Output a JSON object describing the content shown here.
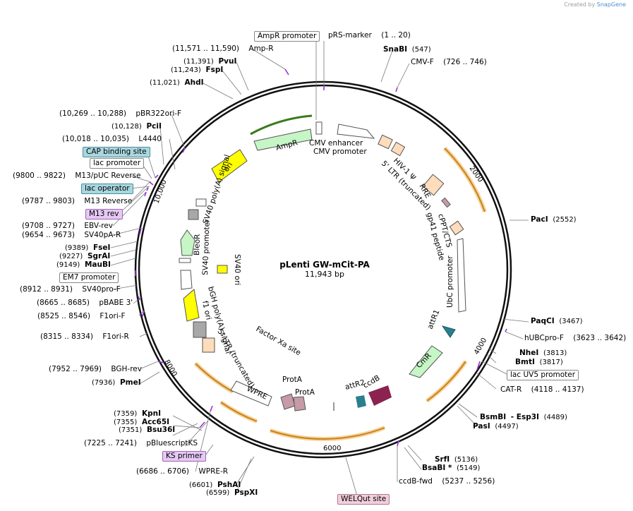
{
  "watermark": {
    "prefix": "Created by",
    "brand": "SnapGene"
  },
  "plasmid": {
    "name": "pLenti GW-mCit-PA",
    "length": "11,943 bp"
  },
  "ticks": [
    "2000",
    "4000",
    "6000",
    "8000",
    "10,000"
  ],
  "enzymes": [
    {
      "name": "SnaBI",
      "pos": "(547)"
    },
    {
      "name": "PacI",
      "pos": "(2552)"
    },
    {
      "name": "PaqCI",
      "pos": "(3467)"
    },
    {
      "name": "NheI",
      "pos": "(3813)"
    },
    {
      "name": "BmtI",
      "pos": "(3817)"
    },
    {
      "name": "BsmBI",
      "pos": "- Esp3I",
      "extra": "(4489)"
    },
    {
      "name": "PasI",
      "pos": "(4497)"
    },
    {
      "name": "SrfI",
      "pos": "(5136)"
    },
    {
      "name": "BsaBI *",
      "pos": "(5149)"
    },
    {
      "name": "PspXI",
      "pos": "(6599)"
    },
    {
      "name": "PshAI",
      "pos": "(6601)"
    },
    {
      "name": "Bsu36I",
      "pos": "(7351)"
    },
    {
      "name": "Acc65I",
      "pos": "(7355)"
    },
    {
      "name": "KpnI",
      "pos": "(7359)"
    },
    {
      "name": "PmeI",
      "pos": "(7936)"
    },
    {
      "name": "MauBI",
      "pos": "(9149)"
    },
    {
      "name": "SgrAI",
      "pos": "(9227)"
    },
    {
      "name": "FseI",
      "pos": "(9389)"
    },
    {
      "name": "PciI",
      "pos": "(10,128)"
    },
    {
      "name": "AhdI",
      "pos": "(11,021)"
    },
    {
      "name": "FspI",
      "pos": "(11,243)"
    },
    {
      "name": "PvuI",
      "pos": "(11,391)"
    }
  ],
  "primers": [
    {
      "name": "pRS-marker",
      "range": "(1 .. 20)"
    },
    {
      "name": "CMV-F",
      "range": "(726 .. 746)"
    },
    {
      "name": "hUBCpro-F",
      "range": "(3623 .. 3642)"
    },
    {
      "name": "CAT-R",
      "range": "(4118 .. 4137)"
    },
    {
      "name": "ccdB-fwd",
      "range": "(5237 .. 5256)"
    },
    {
      "name": "WPRE-R",
      "range": "(6686 .. 6706)"
    },
    {
      "name": "pBluescriptKS",
      "range": "(7225 .. 7241)"
    },
    {
      "name": "BGH-rev",
      "range": "(7952 .. 7969)"
    },
    {
      "name": "F1ori-R",
      "range": "(8315 .. 8334)"
    },
    {
      "name": "F1ori-F",
      "range": "(8525 .. 8546)"
    },
    {
      "name": "pBABE 3'",
      "range": "(8665 .. 8685)"
    },
    {
      "name": "SV40pro-F",
      "range": "(8912 .. 8931)"
    },
    {
      "name": "SV40pA-R",
      "range": "(9654 .. 9673)"
    },
    {
      "name": "EBV-rev",
      "range": "(9708 .. 9727)"
    },
    {
      "name": "M13 Reverse",
      "range": "(9787 .. 9803)"
    },
    {
      "name": "M13/pUC Reverse",
      "range": "(9800 .. 9822)"
    },
    {
      "name": "L4440",
      "range": "(10,018 .. 10,035)"
    },
    {
      "name": "pBR322ori-F",
      "range": "(10,269 .. 10,288)"
    },
    {
      "name": "Amp-R",
      "range": "(11,571 .. 11,590)"
    }
  ],
  "boxed_labels": [
    {
      "text": "AmpR promoter",
      "style": "plain"
    },
    {
      "text": "lac UV5 promoter",
      "style": "plain"
    },
    {
      "text": "EM7 promoter",
      "style": "plain"
    },
    {
      "text": "lac promoter",
      "style": "plain"
    },
    {
      "text": "CAP binding site",
      "style": "teal"
    },
    {
      "text": "lac operator",
      "style": "teal"
    },
    {
      "text": "M13 rev",
      "style": "violet"
    },
    {
      "text": "KS primer",
      "style": "violet"
    },
    {
      "text": "WELQut site",
      "style": "pink"
    }
  ],
  "features": [
    "CMV enhancer",
    "CMV promoter",
    "HIV-1 Ψ",
    "5' LTR (truncated)",
    "RRE",
    "cPPT/CTS",
    "gp41 peptide",
    "UbC promoter",
    "attR1",
    "CmR",
    "ccdB",
    "attR2",
    "ProtA",
    "ProtA",
    "WPRE",
    "Factor Xa site",
    "5' LTR (truncated)",
    "f1 ori",
    "bGH poly(A) signal",
    "SV40 promoter",
    "BleoR",
    "SV40 ori",
    "SV40 poly(A) signal",
    "ori",
    "AmpR"
  ],
  "colors": {
    "primer": "#9b30d9",
    "backbone": "#111111",
    "orf_green": "#c6f5c6",
    "origin_yellow": "#ffff00",
    "ltr_peach": "#ffdcbc",
    "att_teal": "#2a7f8f",
    "ccdb_maroon": "#8b2250",
    "prota_mauve": "#c79aa8",
    "polya_gray": "#a8a8a8",
    "mcit_orange": "#f7c160"
  }
}
